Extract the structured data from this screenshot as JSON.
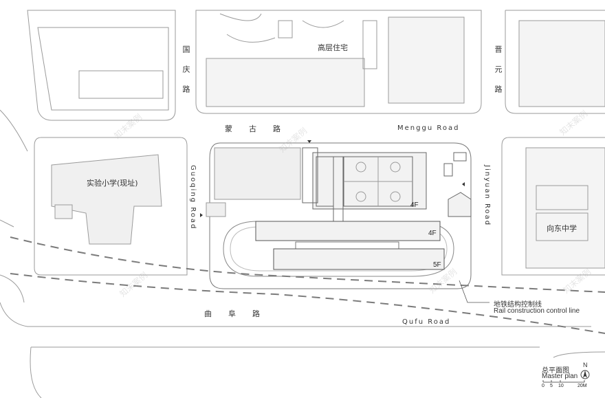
{
  "roads": {
    "guoqing_cn": "国庆路",
    "guoqing_en": "Guoqing Road",
    "jinyuan_cn": "晋元路",
    "jinyuan_en": "Jinyuan Road",
    "menggu_cn": "蒙古路",
    "menggu_en": "Menggu Road",
    "qufu_cn": "曲阜路",
    "qufu_en": "Qufu Road"
  },
  "places": {
    "residential": "高层住宅",
    "experimental_school": "实验小学(现址)",
    "xiangdong_school": "向东中学"
  },
  "floors": {
    "gym_block": "4F",
    "middle_block": "4F",
    "south_block": "5F"
  },
  "rail_line": {
    "cn": "地铁结构控制线",
    "en": "Rail construction control line"
  },
  "legend": {
    "title_cn": "总平面图",
    "title_en": "Master plan",
    "north": "N",
    "scale_ticks": [
      "0",
      "5",
      "10",
      "20M"
    ]
  },
  "watermark": "知末案例",
  "colors": {
    "line": "#8c8c8c",
    "building": "#ececec",
    "dark": "#555555"
  }
}
